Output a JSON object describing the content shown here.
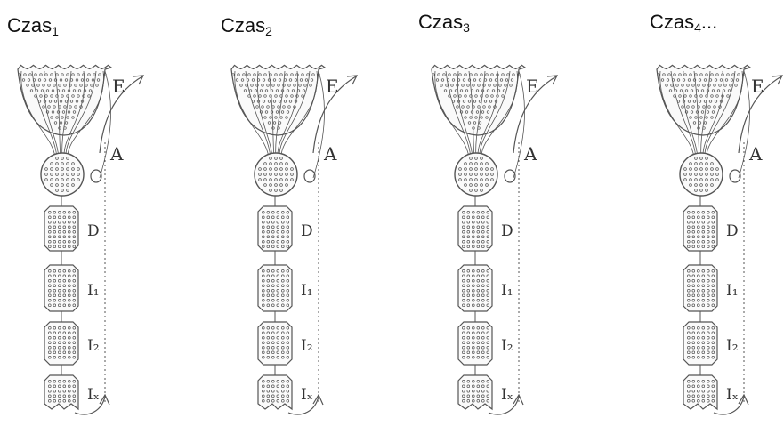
{
  "panels": [
    {
      "label": "Czas",
      "sub": "1",
      "suffix": ""
    },
    {
      "label": "Czas",
      "sub": "2",
      "suffix": ""
    },
    {
      "label": "Czas",
      "sub": "3",
      "suffix": ""
    },
    {
      "label": "Czas",
      "sub": "4",
      "suffix": "..."
    }
  ],
  "diagram": {
    "top_label": "E",
    "side_label": "A",
    "ring_label": "O",
    "block_labels": [
      "D",
      "I₁",
      "I₂",
      "Iₓ"
    ]
  }
}
